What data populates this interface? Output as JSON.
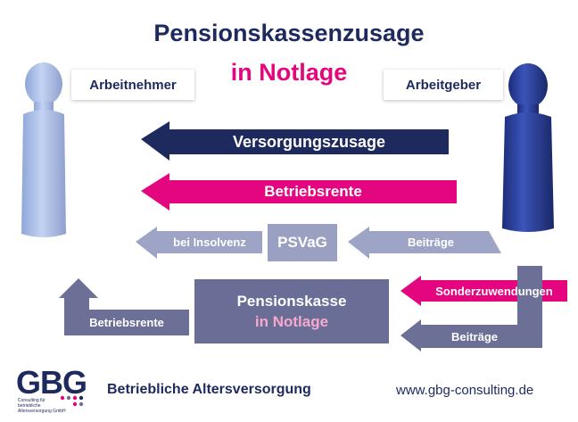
{
  "title": {
    "line1": "Pensionskassenzusage",
    "line2": "in Notlage"
  },
  "parties": {
    "employee": "Arbeitnehmer",
    "employer": "Arbeitgeber"
  },
  "arrows": {
    "versorgungszusage": "Versorgungszusage",
    "betriebsrente_top": "Betriebsrente",
    "bei_insolvenz": "bei Insolvenz",
    "beitraege_psv": "Beiträge",
    "sonderzuwendungen": "Sonderzuwendungen",
    "beitraege_kasse": "Beiträge",
    "betriebsrente_bottom": "Betriebsrente"
  },
  "boxes": {
    "psvag": "PSVaG",
    "pensionskasse_line1": "Pensionskasse",
    "pensionskasse_line2": "in Notlage"
  },
  "footer": {
    "logo_text": "GBG",
    "logo_sub_line1": "Consulting für",
    "logo_sub_line2": "betriebliche",
    "logo_sub_line3": "Altersversorgung GmbH",
    "tagline": "Betriebliche Altersversorgung",
    "url": "www.gbg-consulting.de"
  },
  "colors": {
    "navy": "#1e2a5e",
    "magenta": "#e4067e",
    "slate": "#6c7097",
    "light_slate": "#9ea4c6",
    "box_fill": "#6a6e97",
    "psvag_fill": "#9aa0c2",
    "employee_figure": "#aabfe6",
    "employer_figure": "#2a3f9f"
  }
}
